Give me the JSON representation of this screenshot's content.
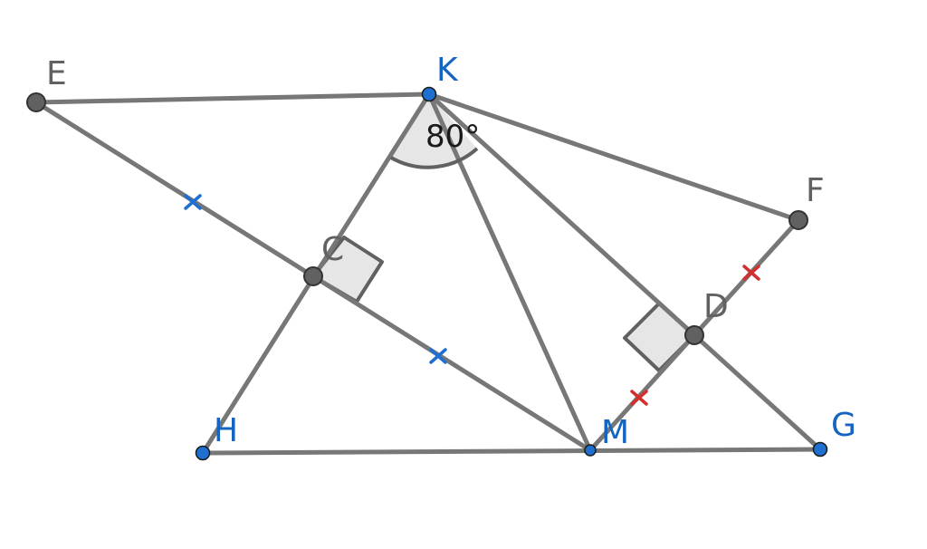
{
  "diagram": {
    "points": {
      "E": {
        "label": "E",
        "color": "#616161"
      },
      "K": {
        "label": "K",
        "color": "#1565c0"
      },
      "F": {
        "label": "F",
        "color": "#616161"
      },
      "C": {
        "label": "C",
        "color": "#616161"
      },
      "D": {
        "label": "D",
        "color": "#616161"
      },
      "H": {
        "label": "H",
        "color": "#1565c0"
      },
      "M": {
        "label": "M",
        "color": "#1565c0"
      },
      "G": {
        "label": "G",
        "color": "#1565c0"
      }
    },
    "angle_K": {
      "label": "80°"
    },
    "colors": {
      "segment": "#777777",
      "blue_point": "#1e6fd0",
      "gray_point": "#616161",
      "blue_tick": "#1e6fd0",
      "red_tick": "#d32f2f"
    }
  }
}
